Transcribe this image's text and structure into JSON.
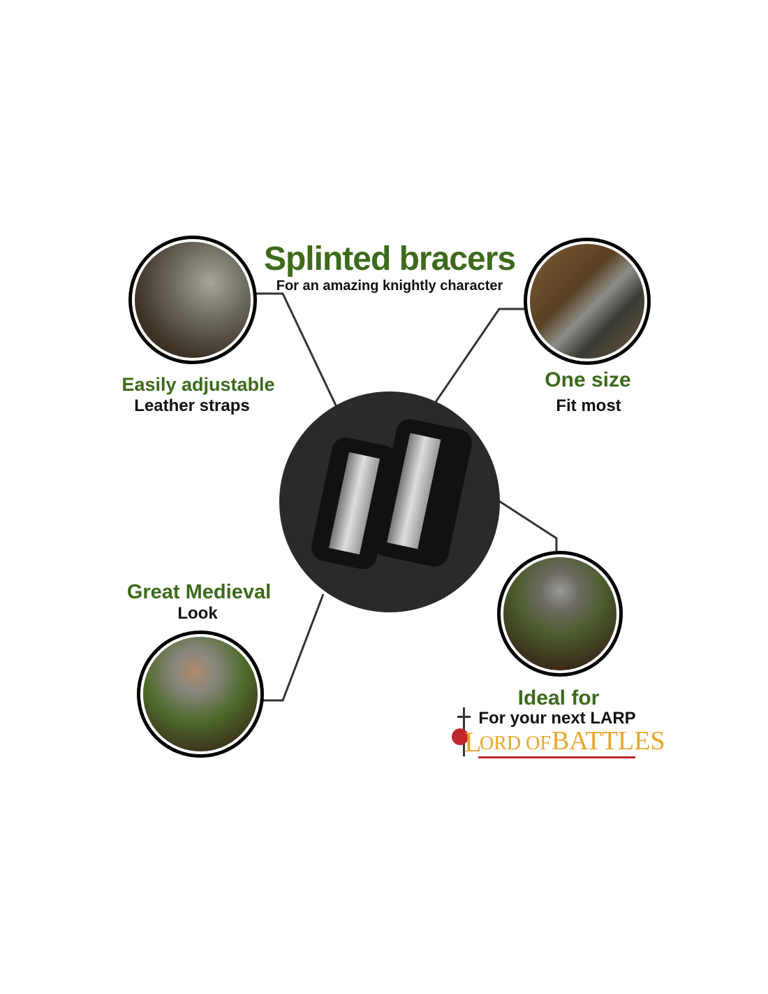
{
  "title": "Splinted bracers",
  "subtitle": "For an amazing knightly character",
  "features": [
    {
      "heading": "Easily adjustable",
      "text": "Leather straps"
    },
    {
      "heading": "One size",
      "text": "Fit most"
    },
    {
      "heading": "Great Medieval",
      "text": "Look"
    },
    {
      "heading": "Ideal for",
      "text": "For your next LARP"
    }
  ],
  "logo": {
    "text_a": "ORD OF ",
    "text_b": "BATTLES",
    "initial": "L"
  },
  "colors": {
    "green": "#3d6a1c",
    "center_bg": "#2a2a2a",
    "logo_gold": "#e8a52a",
    "logo_red": "#c0262c"
  }
}
